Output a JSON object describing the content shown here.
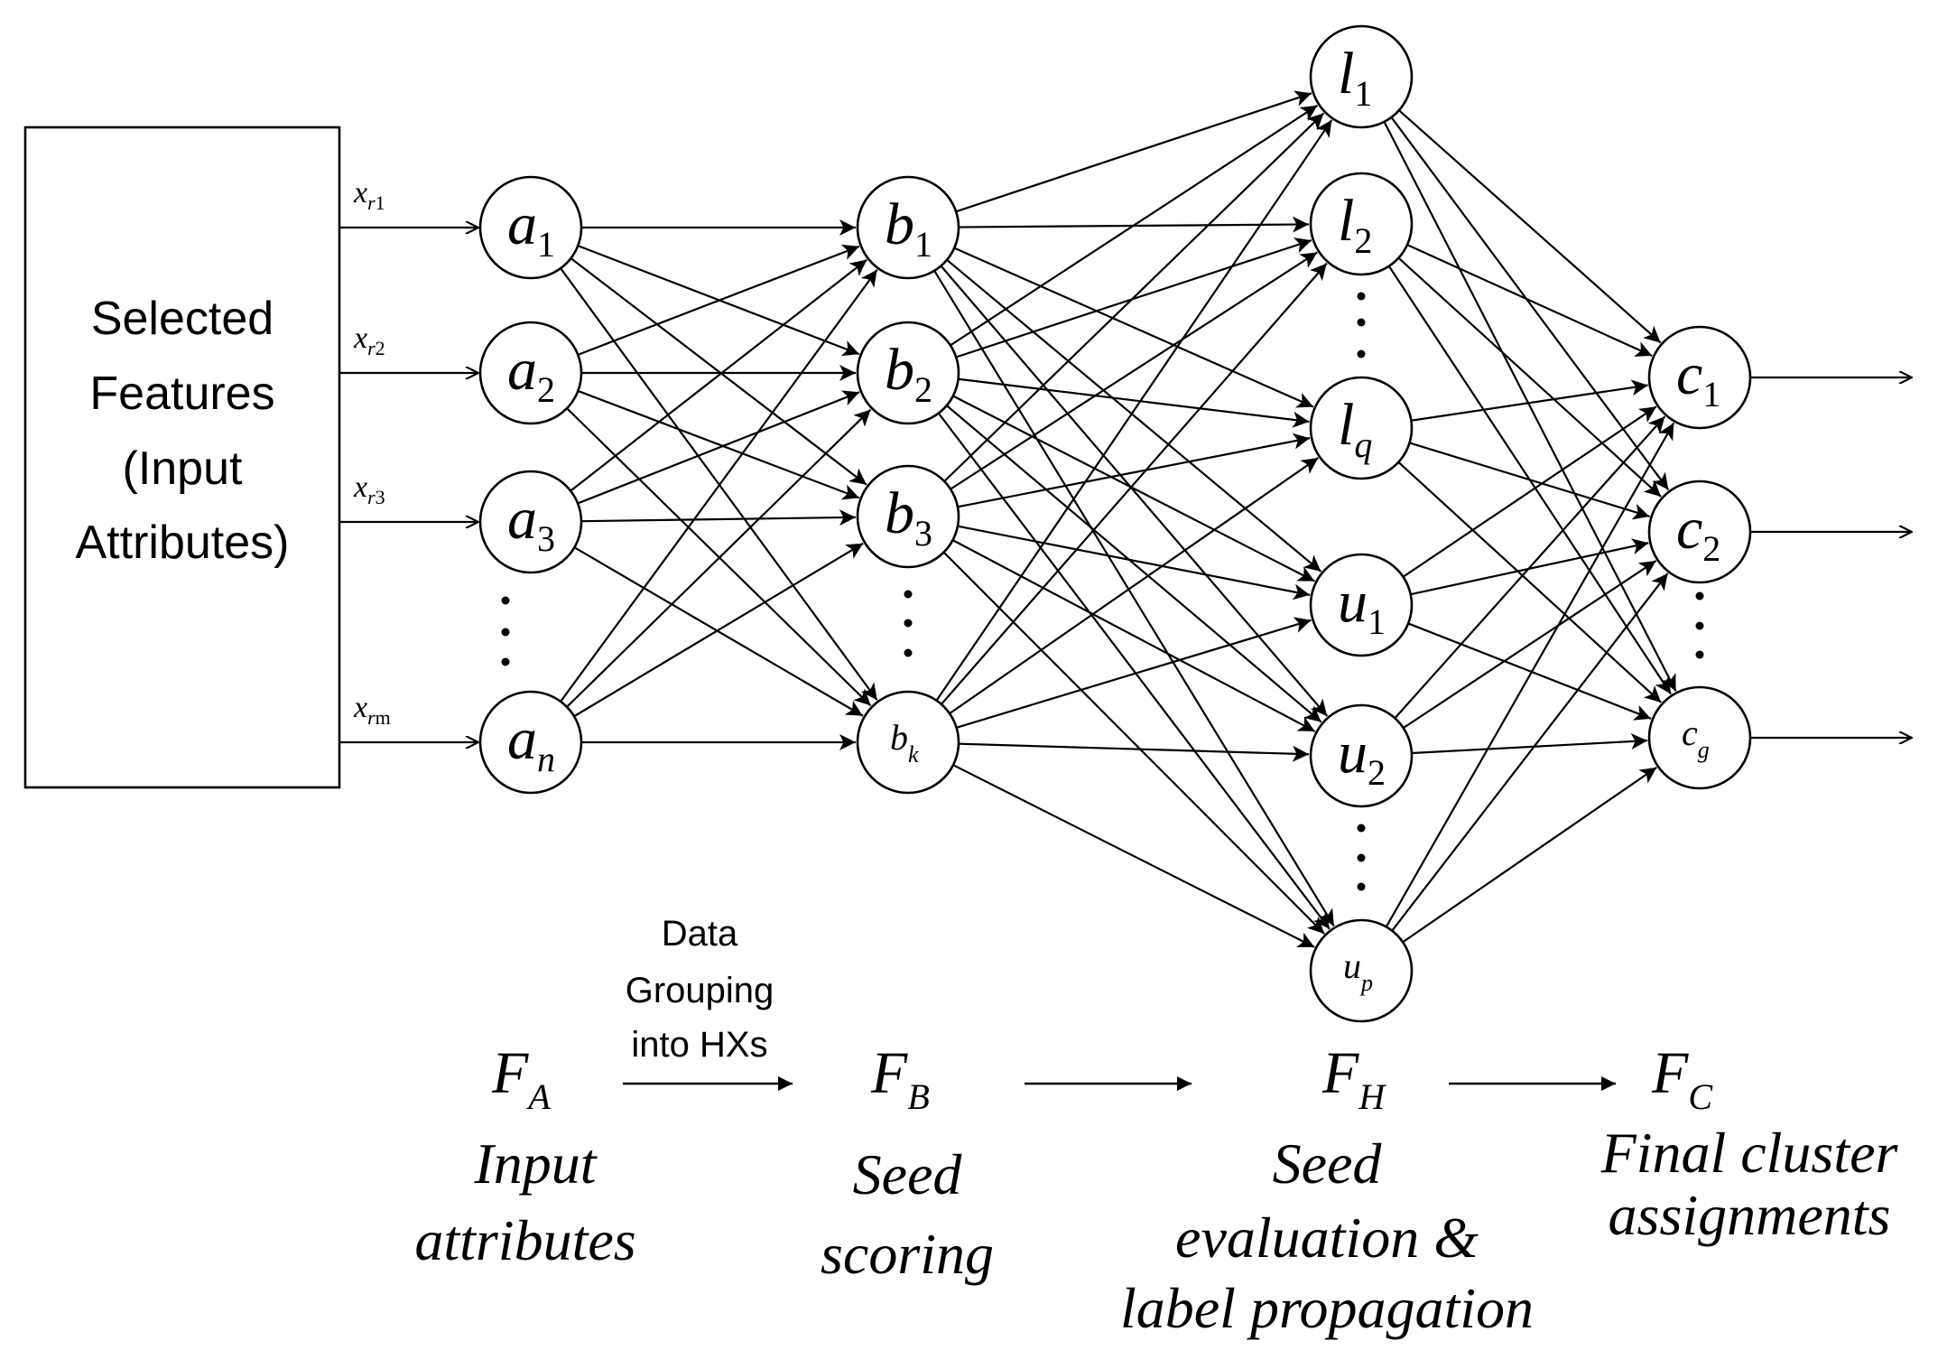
{
  "input_box": {
    "lines": [
      "Selected",
      "Features",
      "(Input",
      "Attributes)"
    ]
  },
  "inputs": [
    {
      "base": "x",
      "sub": "r",
      "sub2": "1"
    },
    {
      "base": "x",
      "sub": "r",
      "sub2": "2"
    },
    {
      "base": "x",
      "sub": "r",
      "sub2": "3"
    },
    {
      "base": "x",
      "sub": "r",
      "sub2": "m"
    }
  ],
  "layers": {
    "a": [
      {
        "id": "a1",
        "base": "a",
        "sub": "1"
      },
      {
        "id": "a2",
        "base": "a",
        "sub": "2"
      },
      {
        "id": "a3",
        "base": "a",
        "sub": "3"
      },
      {
        "id": "an",
        "base": "a",
        "sub": "n"
      }
    ],
    "b": [
      {
        "id": "b1",
        "base": "b",
        "sub": "1"
      },
      {
        "id": "b2",
        "base": "b",
        "sub": "2"
      },
      {
        "id": "b3",
        "base": "b",
        "sub": "3"
      },
      {
        "id": "bk",
        "base": "b",
        "sub": "k"
      }
    ],
    "h": [
      {
        "id": "l1",
        "base": "l",
        "sub": "1"
      },
      {
        "id": "l2",
        "base": "l",
        "sub": "2"
      },
      {
        "id": "lq",
        "base": "l",
        "sub": "q"
      },
      {
        "id": "u1",
        "base": "u",
        "sub": "1"
      },
      {
        "id": "u2",
        "base": "u",
        "sub": "2"
      },
      {
        "id": "up",
        "base": "u",
        "sub": "p"
      }
    ],
    "c": [
      {
        "id": "c1",
        "base": "c",
        "sub": "1"
      },
      {
        "id": "c2",
        "base": "c",
        "sub": "2"
      },
      {
        "id": "cg",
        "base": "c",
        "sub": "g"
      }
    ]
  },
  "stages": [
    {
      "id": "FA",
      "base": "F",
      "sub": "A",
      "caption": [
        "Input",
        "attributes"
      ]
    },
    {
      "id": "FB",
      "base": "F",
      "sub": "B",
      "caption": [
        "Seed",
        "scoring"
      ]
    },
    {
      "id": "FH",
      "base": "F",
      "sub": "H",
      "caption": [
        "Seed",
        "evaluation &",
        "label propagation"
      ]
    },
    {
      "id": "FC",
      "base": "F",
      "sub": "C",
      "caption": [
        "Final cluster",
        "assignments"
      ]
    }
  ],
  "transition_label": [
    "Data",
    "Grouping",
    "into HXs"
  ]
}
